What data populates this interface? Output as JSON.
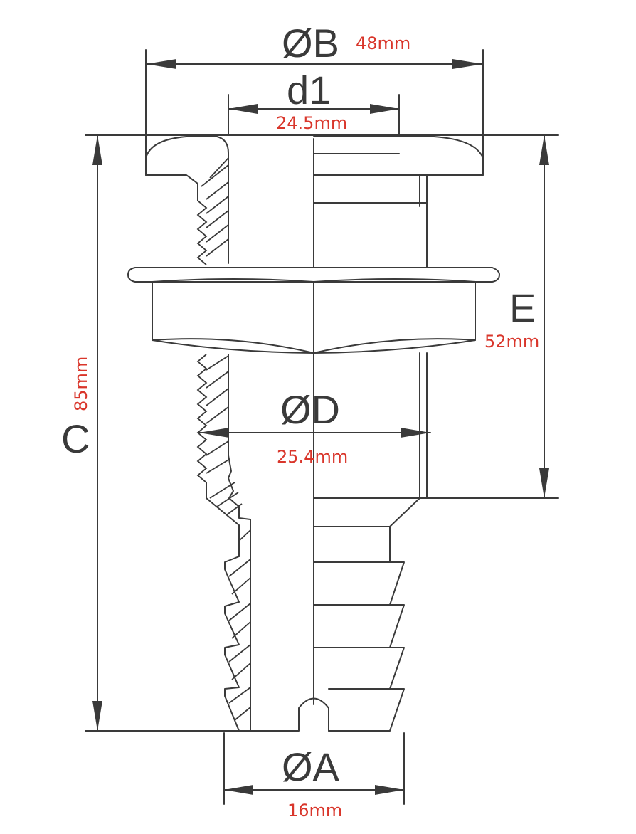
{
  "labels": {
    "B": "ØB",
    "d1": "d1",
    "D": "ØD",
    "E": "E",
    "C": "C",
    "A": "ØA"
  },
  "values": {
    "B": "48mm",
    "d1": "24.5mm",
    "D": "25.4mm",
    "E": "52mm",
    "C": "85mm",
    "A": "16mm"
  },
  "colors": {
    "line": "#3a3a3a",
    "value_text": "#d9362b",
    "background": "#ffffff"
  }
}
